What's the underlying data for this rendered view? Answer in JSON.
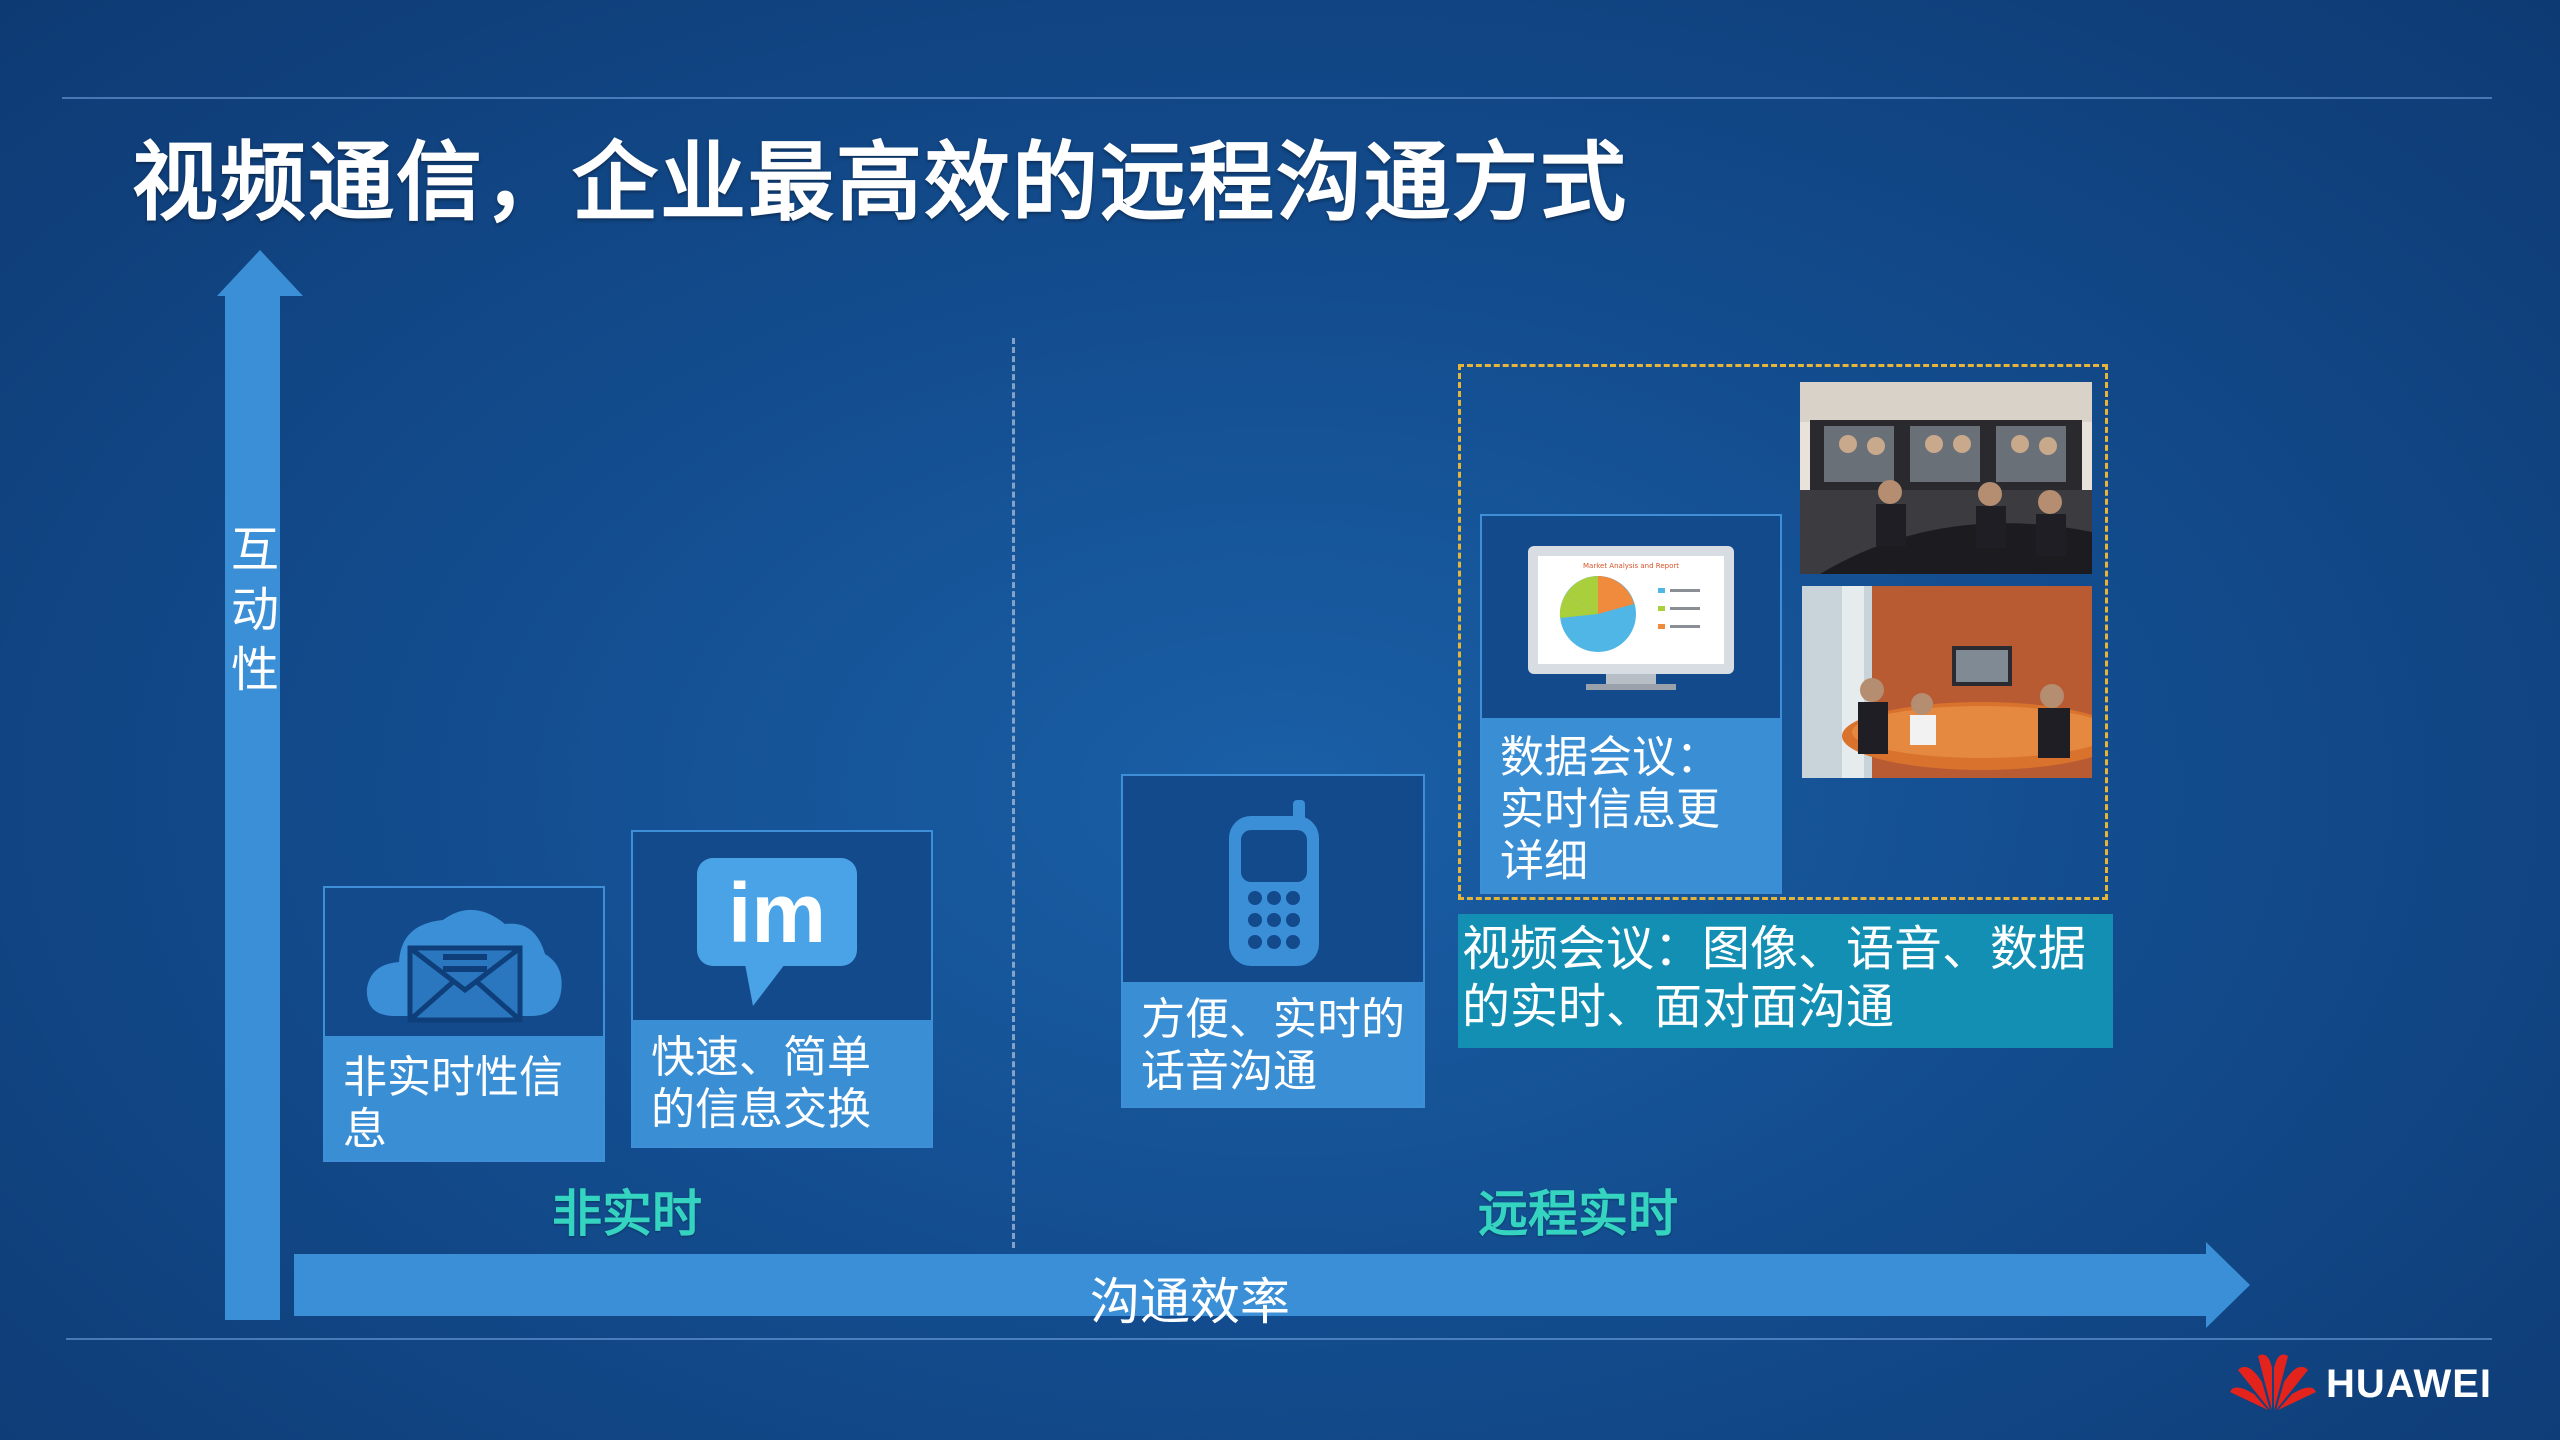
{
  "slide": {
    "title": "视频通信，企业最高效的远程沟通方式"
  },
  "axes": {
    "y_label": "互动性",
    "x_label": "沟通效率"
  },
  "categories": {
    "non_realtime": "非实时",
    "remote_realtime": "远程实时"
  },
  "cards": {
    "email": {
      "label": "非实时性信息",
      "icon": "cloud-mail-icon"
    },
    "im": {
      "label": "快速、简单的信息交换",
      "icon_text": "im",
      "icon": "chat-bubble-icon"
    },
    "voice": {
      "label": "方便、实时的话音沟通",
      "icon": "mobile-phone-icon"
    },
    "data": {
      "label": "数据会议：实时信息更详细",
      "icon": "monitor-pie-chart-icon"
    }
  },
  "video_conference": {
    "label": "视频会议：图像、语音、数据的实时、面对面沟通"
  },
  "brand": {
    "name": "HUAWEI",
    "accent": "#e4231c"
  },
  "colors": {
    "arrow": "#3a8fd6",
    "category_text": "#34d4c0",
    "dashed_box": "#e7b43a",
    "video_label_bg": "#128fb3"
  }
}
